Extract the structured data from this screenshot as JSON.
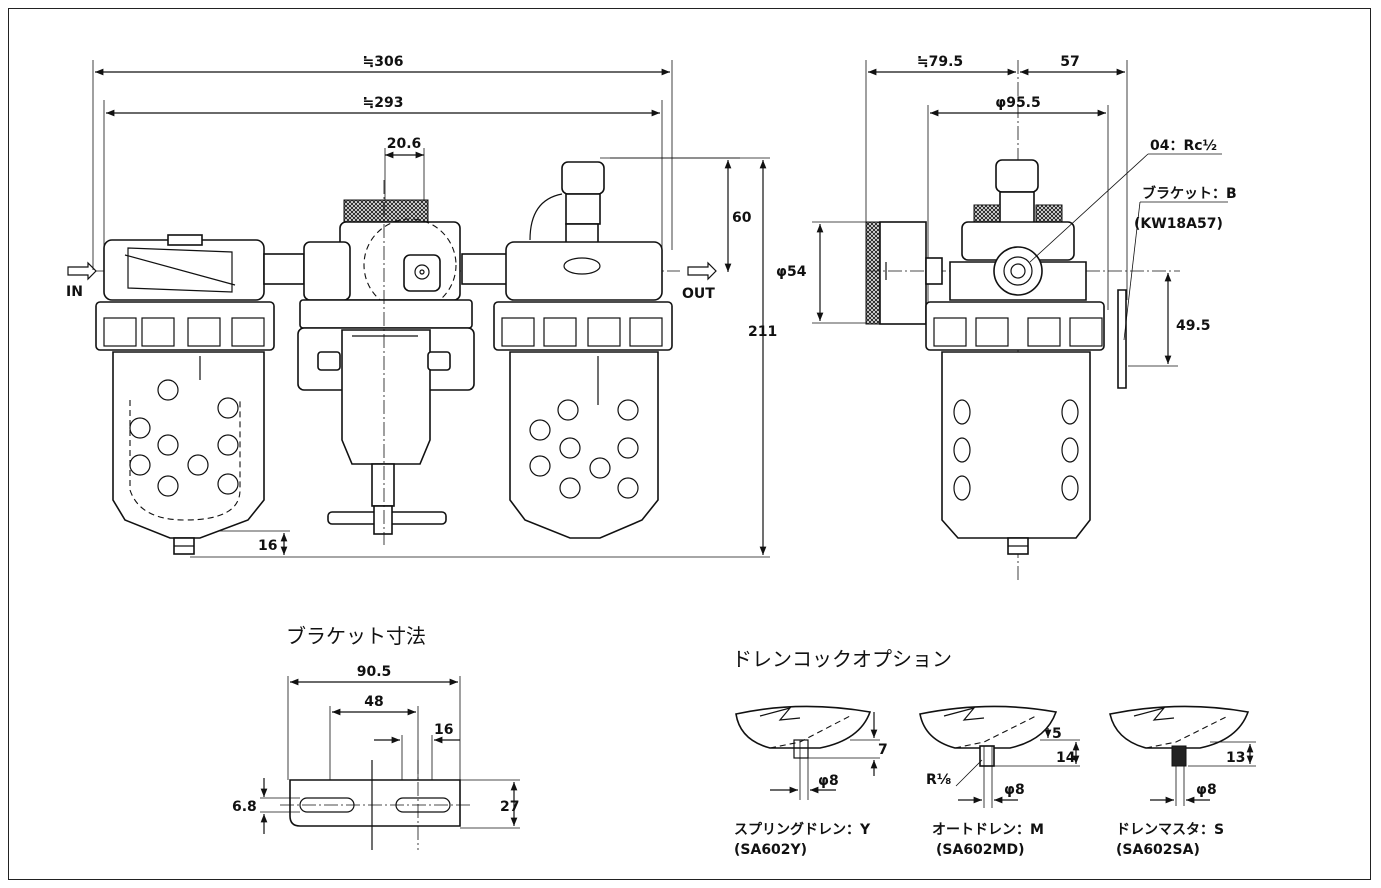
{
  "front_view": {
    "dim_overall_width": "≒306",
    "dim_body_width": "≒293",
    "dim_regulator_offset": "20.6",
    "dim_top_to_port": "60",
    "dim_total_height": "211",
    "dim_drain_height": "16",
    "port_in_label": "IN",
    "port_out_label": "OUT"
  },
  "side_view": {
    "dim_left_depth": "≒79.5",
    "dim_right_depth": "57",
    "dim_bowl_diameter": "φ95.5",
    "dim_gauge_diameter": "φ54",
    "dim_bracket_height": "49.5",
    "port_size_label": "04：Rc½",
    "bracket_label": "ブラケット：B",
    "bracket_part_number": "(KW18A57)"
  },
  "bracket_dimensions": {
    "title": "ブラケット寸法",
    "dim_total_width": "90.5",
    "dim_slot_spacing": "48",
    "dim_slot_width": "16",
    "dim_height": "27",
    "dim_slot_height": "6.8"
  },
  "drain_options": {
    "title": "ドレンコックオプション",
    "items": [
      {
        "name": "スプリングドレン：Y",
        "code": "(SA602Y)",
        "dim_height": "7",
        "dim_diameter": "φ8"
      },
      {
        "name": "オートドレン：M",
        "code": "(SA602MD)",
        "dim_height": "14",
        "dim_extra": "5",
        "dim_thread": "R⅛",
        "dim_diameter": "φ8"
      },
      {
        "name": "ドレンマスタ：S",
        "code": "(SA602SA)",
        "dim_height": "13",
        "dim_diameter": "φ8"
      }
    ]
  }
}
